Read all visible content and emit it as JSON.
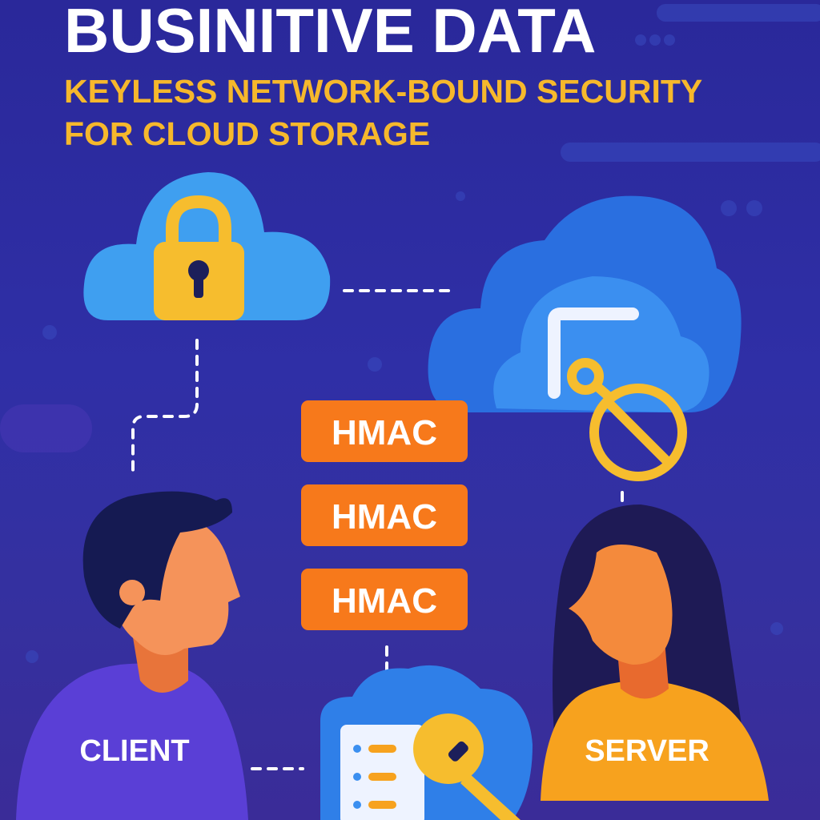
{
  "header": {
    "title": "BUSINITIVE DATA",
    "subtitle_line1": "KEYLESS NETWORK-BOUND SECURITY",
    "subtitle_line2": "FOR CLOUD STORAGE"
  },
  "tokens": [
    "HMAC",
    "HMAC",
    "HMAC"
  ],
  "actors": {
    "client_label": "CLIENT",
    "server_label": "SERVER"
  },
  "colors": {
    "background": "#2b2a9c",
    "title": "#ffffff",
    "subtitle": "#f6b82c",
    "token": "#f7791b",
    "cloud_light": "#3f9ff0",
    "cloud_dark": "#2a6fe0",
    "lock": "#f6bd2e"
  }
}
